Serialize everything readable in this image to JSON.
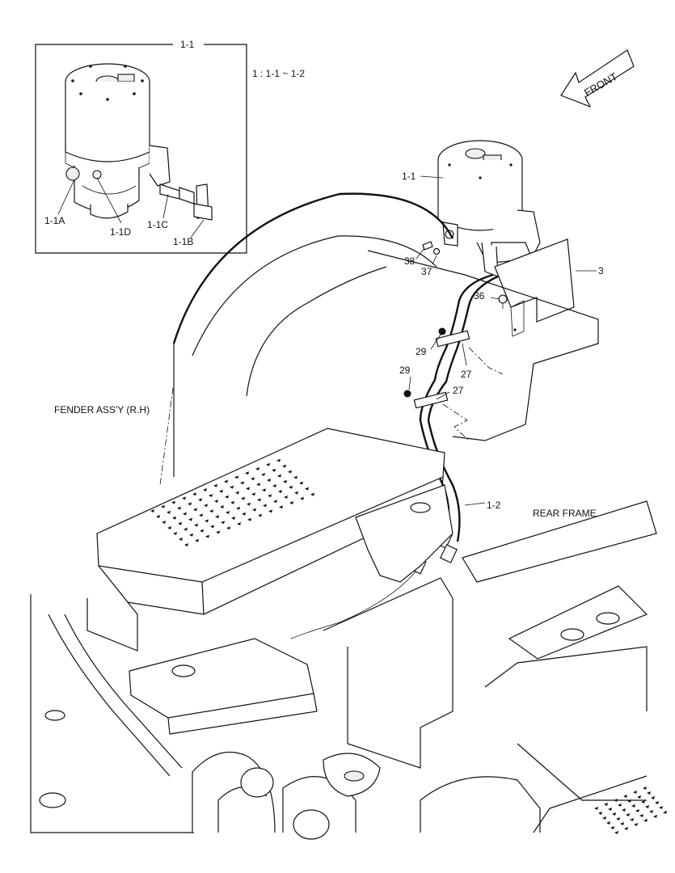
{
  "diagram": {
    "inset_title": "1-1",
    "note": "1 : 1-1 ~ 1-2",
    "front_label": "FRONT",
    "inset_labels": {
      "a": "1-1A",
      "b": "1-1B",
      "c": "1-1C",
      "d": "1-1D"
    },
    "callouts": {
      "p1_1": "1-1",
      "p1_2": "1-2",
      "p3": "3",
      "p27a": "27",
      "p27b": "27",
      "p29a": "29",
      "p29b": "29",
      "p36": "36",
      "p37": "37",
      "p38": "38"
    },
    "assemblies": {
      "fender": "FENDER ASS'Y (R.H)",
      "rear_frame": "REAR FRAME"
    }
  }
}
